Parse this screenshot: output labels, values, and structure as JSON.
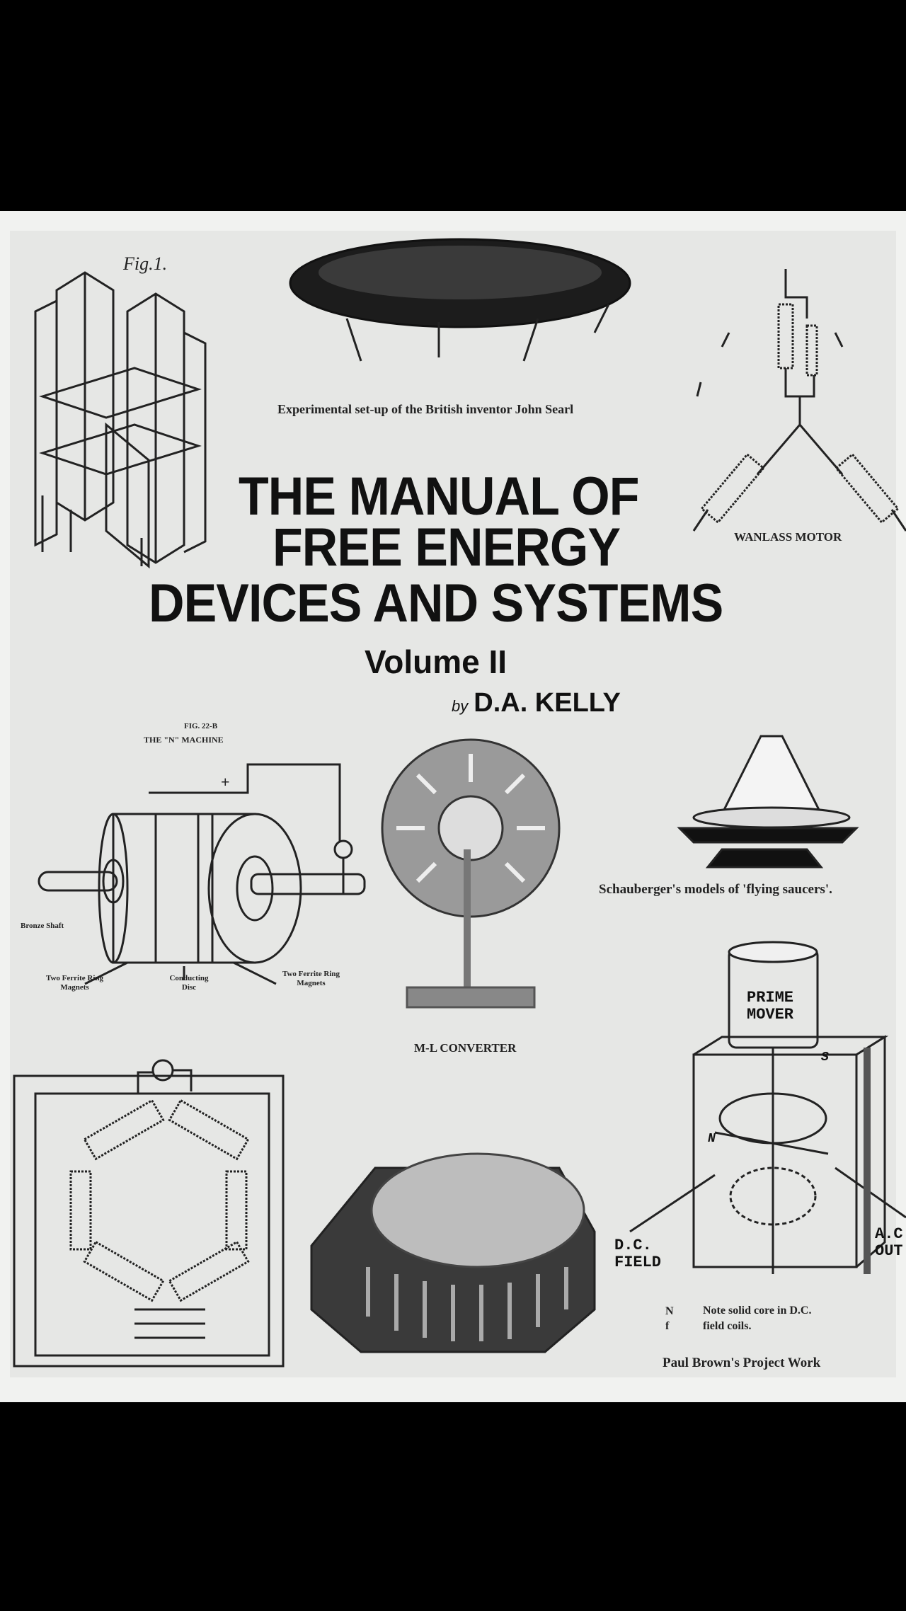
{
  "cover": {
    "title_lines": [
      "THE MANUAL OF",
      "FREE ENERGY",
      "DEVICES AND SYSTEMS"
    ],
    "volume": "Volume II",
    "by": "by",
    "author": "D.A. KELLY"
  },
  "captions": {
    "searl": "Experimental set-up of the British inventor John Searl",
    "wanlass": "WANLASS MOTOR",
    "fig_number": "FIG. 22-B",
    "n_machine": "THE \"N\" MACHINE",
    "schauberger": "Schauberger's models of 'flying saucers'.",
    "ml_converter": "M-L CONVERTER",
    "paul_brown": "Paul Brown's Project Work",
    "fig1": "Fig.1."
  },
  "n_machine_labels": {
    "bronze_shaft": "Bronze Shaft",
    "left_magnets": "Two Ferrite Ring Magnets",
    "disc": "Conducting Disc",
    "right_magnets": "Two Ferrite Ring Magnets",
    "plus": "+"
  },
  "paul_brown_labels": {
    "prime_mover": "PRIME MOVER",
    "dc_field": "D.C. FIELD",
    "ac_out": "A.C OUT",
    "note_line1": "Note solid core in D.C.",
    "note_line2": "field coils.",
    "note_marks": "N f",
    "pole_n": "N",
    "pole_s": "S"
  },
  "colors": {
    "background": "#000000",
    "paper": "#e6e7e5",
    "ink": "#111111"
  }
}
